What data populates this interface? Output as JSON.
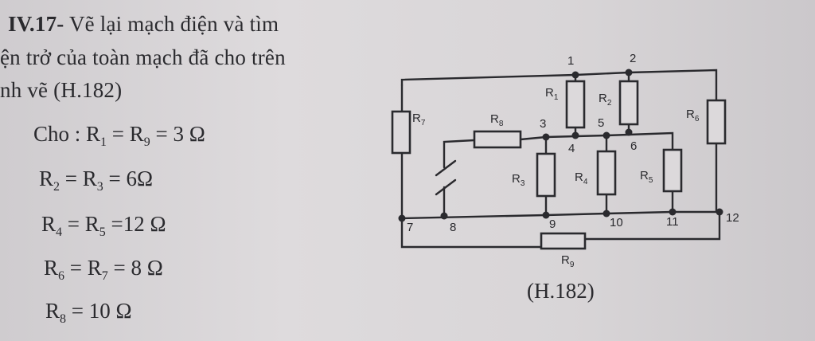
{
  "problem": {
    "number": "IV.17-",
    "title_line1": "Vẽ lại mạch điện và tìm",
    "title_line2": "ện trở của toàn mạch đã cho trên",
    "title_line3": "nh vẽ (H.182)"
  },
  "given": [
    {
      "prefix": "Cho : ",
      "a": "R",
      "a_sub": "1",
      "eq1": " = ",
      "b": "R",
      "b_sub": "9",
      "rest": " = 3 Ω"
    },
    {
      "prefix": "",
      "a": "R",
      "a_sub": "2",
      "eq1": " = ",
      "b": "R",
      "b_sub": "3",
      "rest": " = 6Ω"
    },
    {
      "prefix": "",
      "a": "R",
      "a_sub": "4",
      "eq1": " = ",
      "b": "R",
      "b_sub": "5",
      "rest": " =12 Ω"
    },
    {
      "prefix": "",
      "a": "R",
      "a_sub": "6",
      "eq1": " = ",
      "b": "R",
      "b_sub": "7",
      "rest": " = 8 Ω"
    },
    {
      "prefix": "",
      "a": "R",
      "a_sub": "8",
      "eq1": "",
      "b": "",
      "b_sub": "",
      "rest": " = 10 Ω"
    }
  ],
  "circuit": {
    "resistors": {
      "r1": {
        "main": "R",
        "sub": "1"
      },
      "r2": {
        "main": "R",
        "sub": "2"
      },
      "r3": {
        "main": "R",
        "sub": "3"
      },
      "r4": {
        "main": "R",
        "sub": "4"
      },
      "r5": {
        "main": "R",
        "sub": "5"
      },
      "r6": {
        "main": "R",
        "sub": "6"
      },
      "r7": {
        "main": "R",
        "sub": "7"
      },
      "r8": {
        "main": "R",
        "sub": "8"
      },
      "r9": {
        "main": "R",
        "sub": "9"
      }
    },
    "nodes": {
      "n1": "1",
      "n2": "2",
      "n3": "3",
      "n4": "4",
      "n5": "5",
      "n6": "6",
      "n7": "7",
      "n8": "8",
      "n9": "9",
      "n10": "10",
      "n11": "11",
      "n12": "12"
    }
  },
  "caption": "(H.182)"
}
